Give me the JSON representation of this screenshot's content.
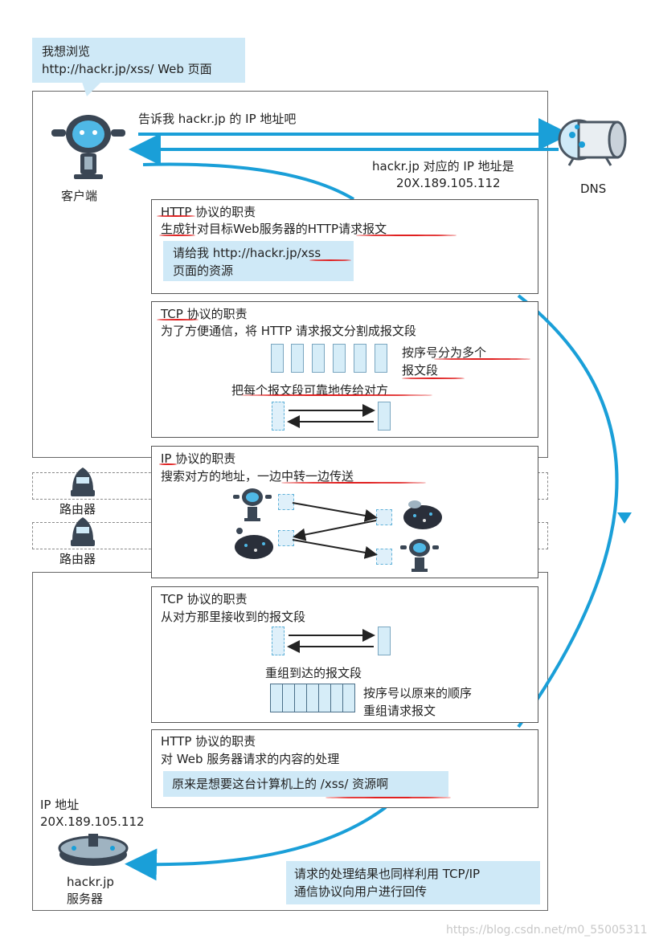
{
  "speech_bubble": {
    "line1": "我想浏览",
    "line2": "http://hackr.jp/xss/ Web 页面"
  },
  "client": {
    "label": "客户端"
  },
  "dns": {
    "label": "DNS",
    "query": "告诉我 hackr.jp 的 IP 地址吧",
    "answer_line1": "hackr.jp 对应的 IP 地址是",
    "answer_line2": "20X.189.105.112"
  },
  "http_box": {
    "title": "HTTP 协议的职责",
    "desc": "生成针对目标Web服务器的HTTP请求报文",
    "note_line1": "请给我 http://hackr.jp/xss",
    "note_line2": "页面的资源"
  },
  "tcp_box": {
    "title": "TCP 协议的职责",
    "desc": "为了方便通信，将 HTTP 请求报文分割成报文段",
    "split_line1": "按序号分为多个",
    "split_line2": "报文段",
    "reliable": "把每个报文段可靠地传给对方"
  },
  "ip_box": {
    "title": "IP 协议的职责",
    "desc": "搜索对方的地址，一边中转一边传送"
  },
  "routers": [
    {
      "label": "路由器"
    },
    {
      "label": "路由器"
    }
  ],
  "server_tcp_box": {
    "title": "TCP 协议的职责",
    "desc": "从对方那里接收到的报文段",
    "reassemble": "重组到达的报文段",
    "order_line1": "按序号以原来的顺序",
    "order_line2": "重组请求报文"
  },
  "server_http_box": {
    "title": "HTTP 协议的职责",
    "desc": "对 Web 服务器请求的内容的处理",
    "note": "原来是想要这台计算机上的 /xss/ 资源啊"
  },
  "server": {
    "ip_label": "IP 地址",
    "ip": "20X.189.105.112",
    "name_line1": "hackr.jp",
    "name_line2": "服务器"
  },
  "return_note": {
    "line1": "请求的处理结果也同样利用 TCP/IP",
    "line2": "通信协议向用户进行回传"
  },
  "watermark": "https://blog.csdn.net/m0_55005311",
  "colors": {
    "accent_blue": "#1a9fd8",
    "note_blue": "#cfe9f7",
    "underline_red": "#e02020"
  }
}
